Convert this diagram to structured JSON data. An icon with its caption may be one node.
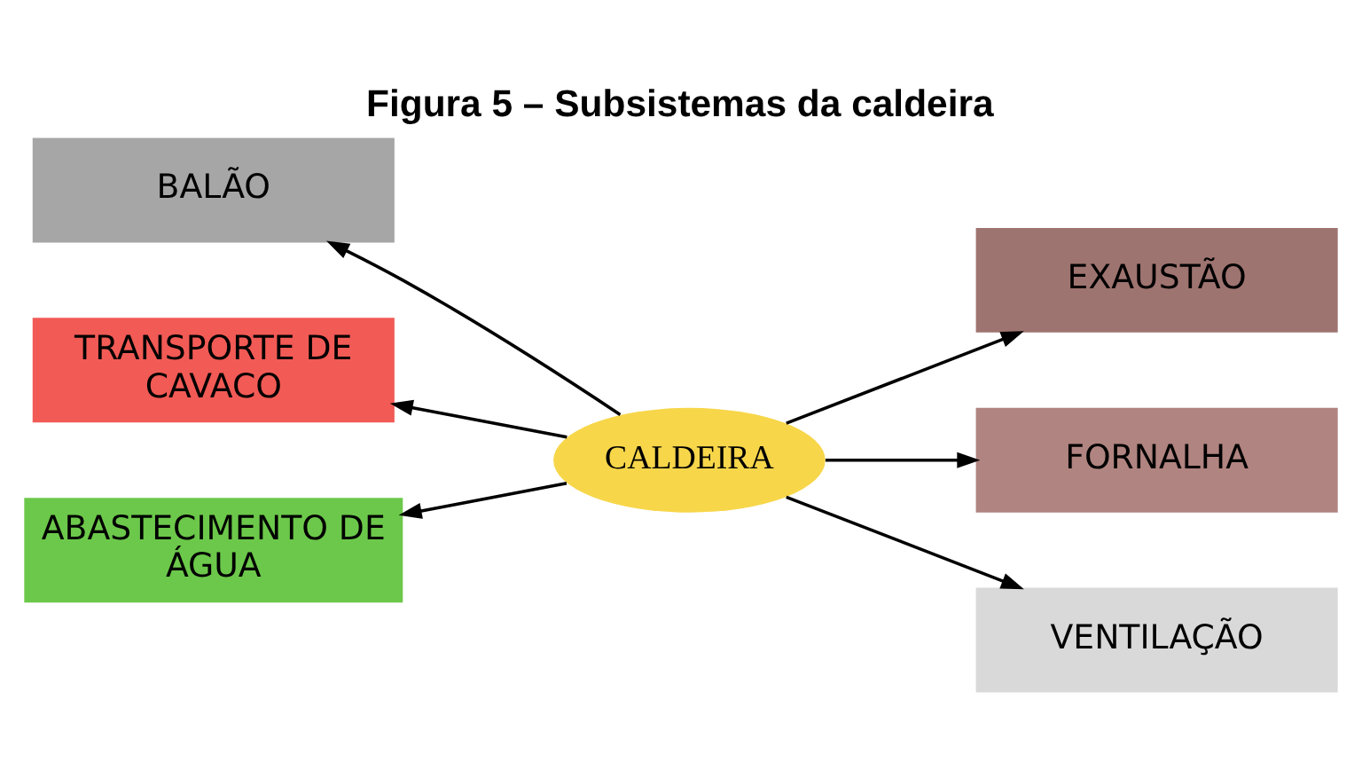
{
  "diagram": {
    "title": "Figura 5 – Subsistemas da caldeira",
    "nodes": [
      {
        "text": [
          "BALÃO"
        ]
      },
      {
        "text": [
          "EXAUSTÃO"
        ]
      },
      {
        "text": [
          "TRANSPORTE DE CAVACO"
        ]
      },
      {
        "text": [
          "CALDEIRA"
        ]
      },
      {
        "text": [
          "FORNALHA"
        ]
      },
      {
        "text": [
          "ABASTECIMENTO DE ÁGUA"
        ]
      },
      {
        "text": [
          "VENTILAÇÃO"
        ]
      }
    ],
    "edges": [
      {
        "from": 3,
        "to": 0,
        "arrow": "to"
      },
      {
        "from": 3,
        "to": 2,
        "arrow": "to"
      },
      {
        "from": 3,
        "to": 5,
        "arrow": "to"
      },
      {
        "from": 3,
        "to": 1,
        "arrow": "to"
      },
      {
        "from": 3,
        "to": 4,
        "arrow": "to"
      },
      {
        "from": 3,
        "to": 6,
        "arrow": "to"
      }
    ]
  }
}
